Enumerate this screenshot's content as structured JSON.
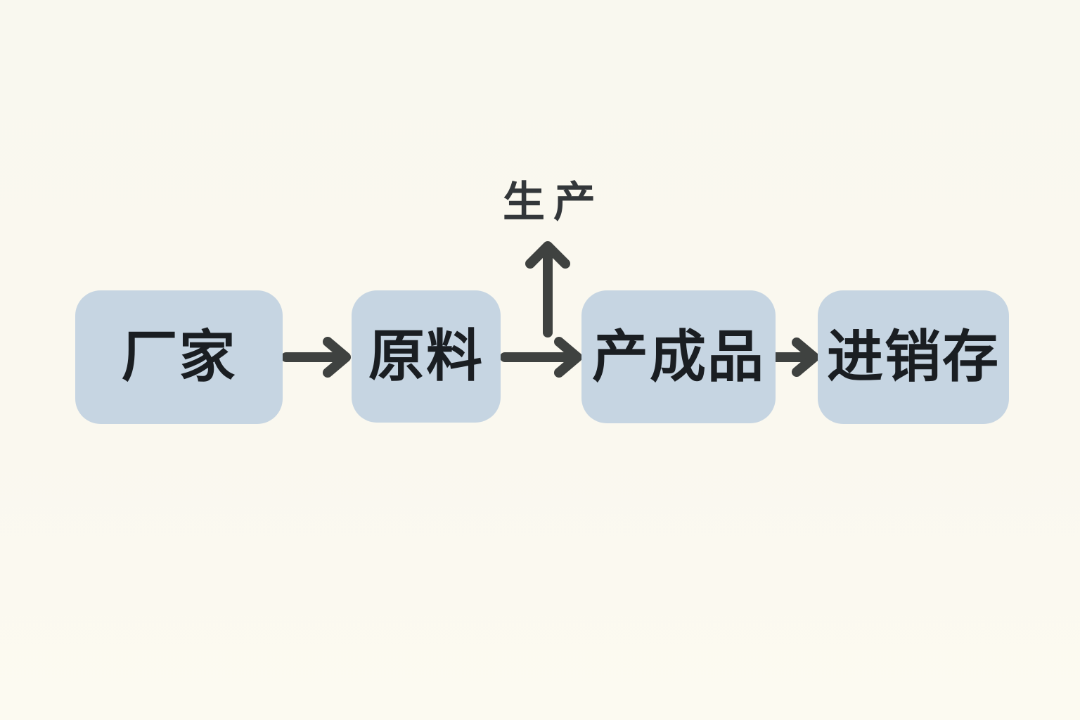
{
  "diagram": {
    "title_hint": "purchase-sale-inventory flow",
    "background_color": "#faf8ef",
    "node_fill_color": "#c6d5e2",
    "node_text_color": "#1a1e22",
    "arrow_color": "#3f4240",
    "nodes": [
      {
        "id": "factory",
        "label": "厂家"
      },
      {
        "id": "raw-material",
        "label": "原料"
      },
      {
        "id": "finished-goods",
        "label": "产成品"
      },
      {
        "id": "inventory",
        "label": "进销存"
      }
    ],
    "production_label": "生产",
    "edges": [
      {
        "from": "厂家",
        "to": "原料",
        "direction": "right"
      },
      {
        "from": "原料",
        "to": "产成品",
        "direction": "right"
      },
      {
        "from": "产成品",
        "to": "进销存",
        "direction": "right"
      },
      {
        "from": "原料",
        "to": "生产",
        "direction": "up"
      }
    ]
  }
}
